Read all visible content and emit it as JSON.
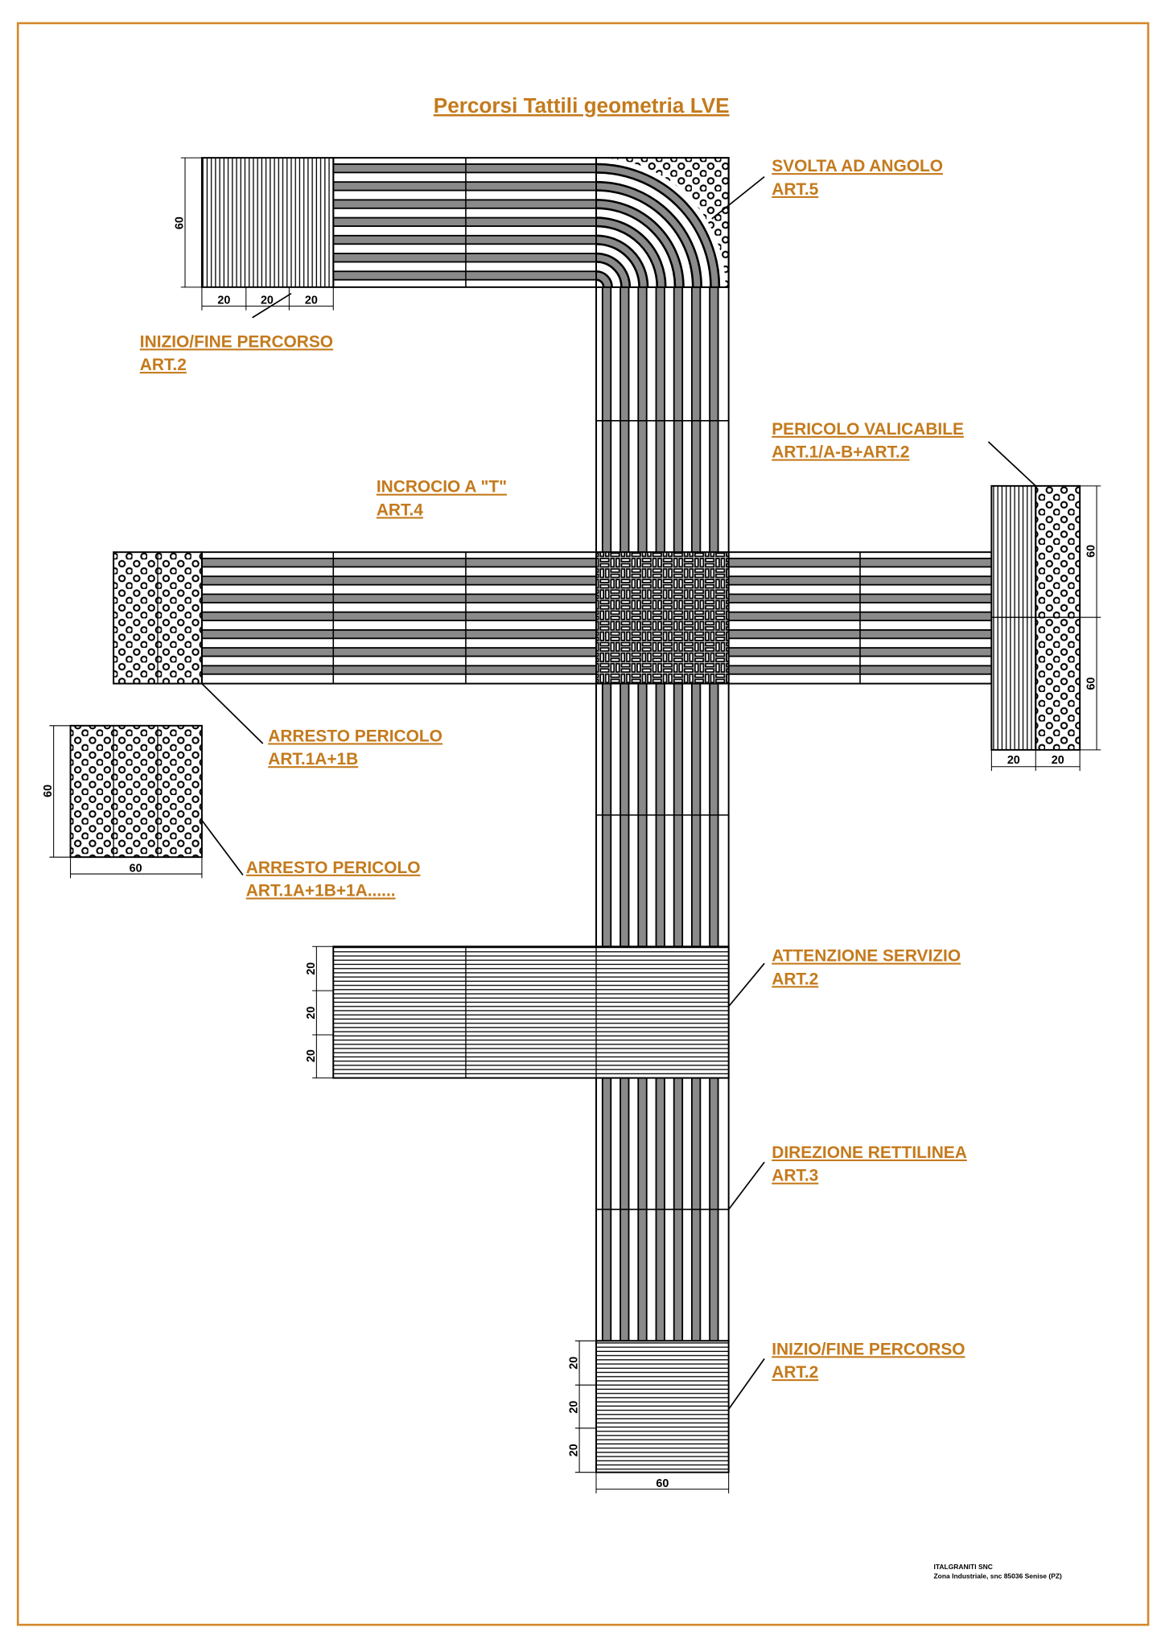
{
  "title": "Percorsi Tattili geometria LVE",
  "colors": {
    "accent": "#c47a1c",
    "border": "#d4892a",
    "bar": "#8a8a8a"
  },
  "labels": {
    "svolta": {
      "line1": "SVOLTA AD ANGOLO",
      "line2": "ART.5"
    },
    "inizio_top": {
      "line1": "INIZIO/FINE PERCORSO",
      "line2": "ART.2"
    },
    "pericolo_valicabile": {
      "line1": "PERICOLO VALICABILE",
      "line2": "ART.1/A-B+ART.2"
    },
    "incrocio": {
      "line1": "INCROCIO A \"T\"",
      "line2": "ART.4"
    },
    "arresto1": {
      "line1": "ARRESTO PERICOLO",
      "line2": "ART.1A+1B"
    },
    "arresto2": {
      "line1": "ARRESTO PERICOLO",
      "line2": "ART.1A+1B+1A......"
    },
    "attenzione": {
      "line1": "ATTENZIONE SERVIZIO",
      "line2": "ART.2"
    },
    "direzione": {
      "line1": "DIREZIONE RETTILINEA",
      "line2": "ART.3"
    },
    "inizio_bottom": {
      "line1": "INIZIO/FINE PERCORSO",
      "line2": "ART.2"
    }
  },
  "dims": {
    "twenty": "20",
    "sixty": "60"
  },
  "footer": {
    "company": "ITALGRANITI SNC",
    "address": "Zona Industriale, snc 85036  Senise (PZ)"
  }
}
